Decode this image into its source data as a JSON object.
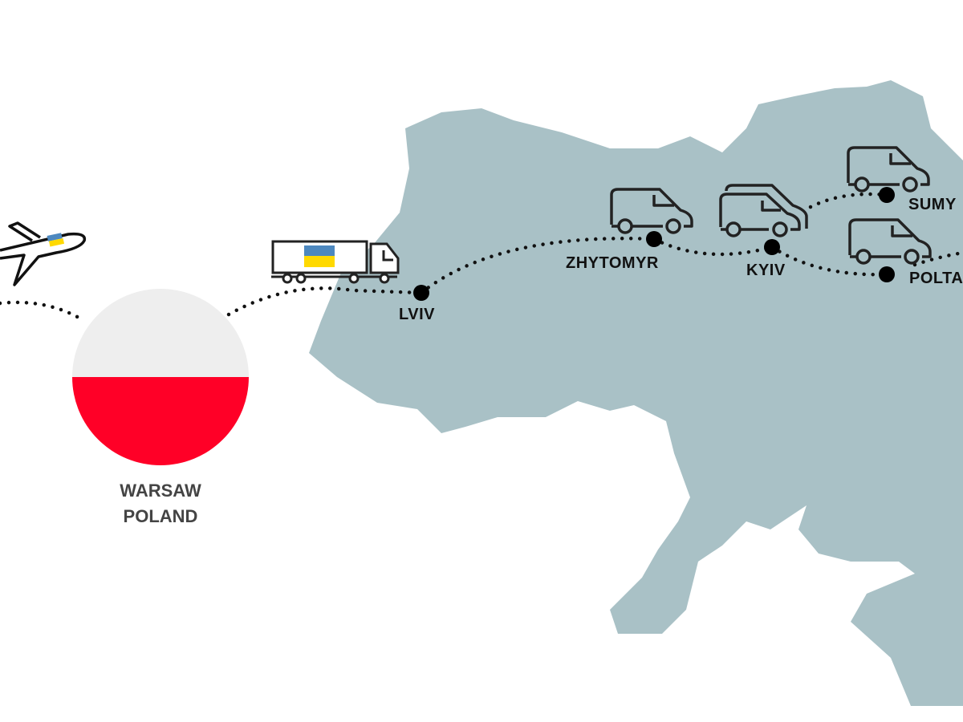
{
  "title": "Humanitarian aid route from Warsaw to Ukraine",
  "origin": {
    "line1": "WARSAW",
    "line2": "POLAND"
  },
  "cities": [
    {
      "name": "LVIV"
    },
    {
      "name": "ZHYTOMYR"
    },
    {
      "name": "KYIV"
    },
    {
      "name": "SUMY"
    },
    {
      "name": "POLTA"
    }
  ],
  "colors": {
    "map_gradient_start": "#eef37a",
    "map_gradient_end": "#a9c1c6",
    "poland_white": "#eeeeee",
    "poland_red": "#ff0027",
    "ukraine_blue": "#4d88bf",
    "ukraine_yellow": "#ffd900"
  },
  "icons": [
    "airplane-icon",
    "truck-icon",
    "van-icon"
  ]
}
